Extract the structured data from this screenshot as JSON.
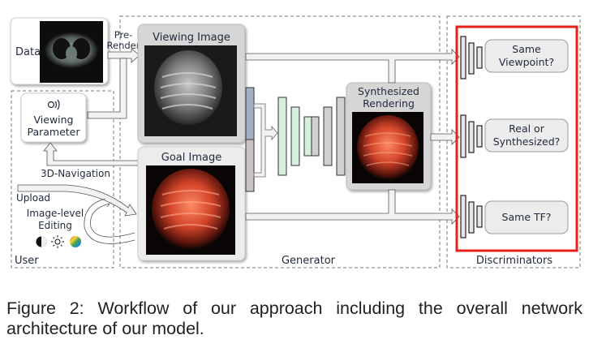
{
  "regions": {
    "user": "User",
    "generator": "Generator",
    "discriminators": "Discriminators"
  },
  "nodes": {
    "data": "Data",
    "pre_render_line1": "Pre-",
    "pre_render_line2": "Render",
    "viewing_parameter_line1": "Viewing",
    "viewing_parameter_line2": "Parameter",
    "viewing_image": "Viewing Image",
    "goal_image": "Goal Image",
    "synthesized_line1": "Synthesized",
    "synthesized_line2": "Rendering",
    "navigation": "3D-Navigation",
    "upload": "Upload",
    "editing_line1": "Image-level",
    "editing_line2": "Editing"
  },
  "discriminators": [
    {
      "line1": "Same",
      "line2": "Viewpoint?"
    },
    {
      "line1": "Real or",
      "line2": "Synthesized?"
    },
    {
      "line1": "Same TF?",
      "line2": ""
    }
  ],
  "icons": {
    "viewing": "eye-icon",
    "editing": [
      "contrast-icon",
      "brightness-icon",
      "color-wheel-icon"
    ]
  },
  "colors": {
    "highlight": "#e8201a",
    "encoder": "#d6efdf",
    "decoder": "#d3cfce",
    "input_blue": "#a4aec4"
  },
  "caption": "Figure 2: Workflow of our approach including the overall network architecture of our model."
}
